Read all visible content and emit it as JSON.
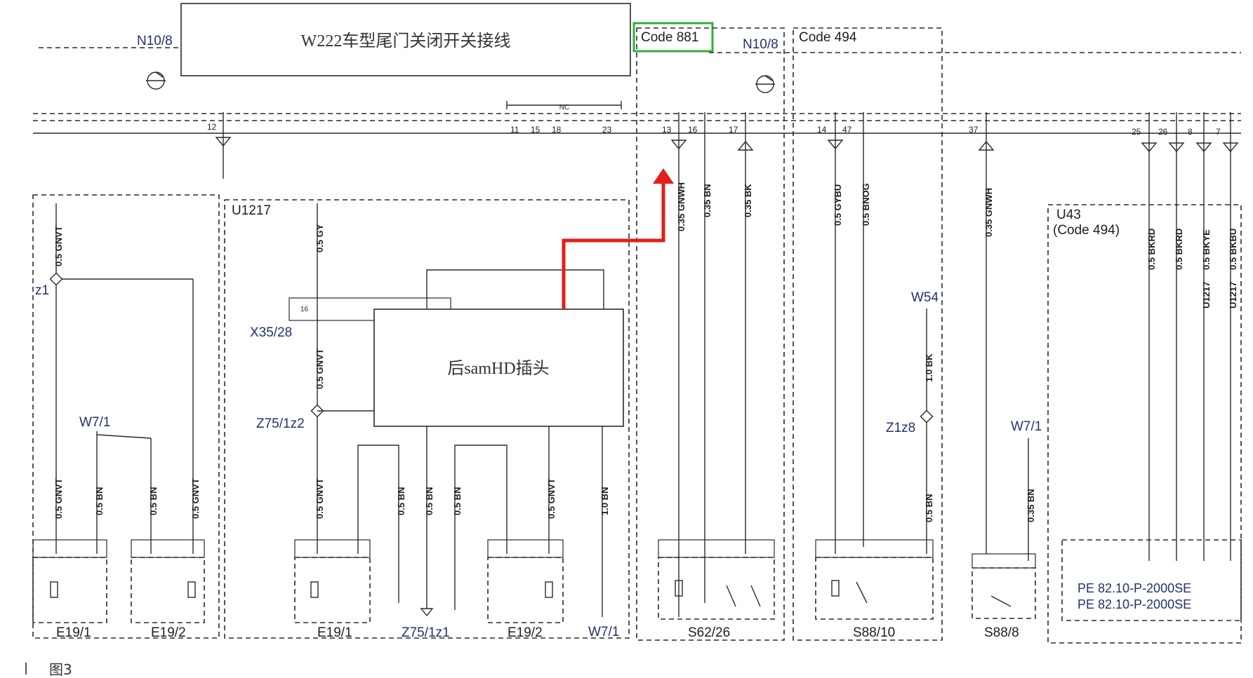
{
  "title_box": "W222车型尾门关闭开关接线",
  "plug_box": "后samHD插头",
  "code881": "Code 881",
  "code494": "Code 494",
  "n108_left": "N10/8",
  "n108_mid": "N10/8",
  "u1217": "U1217",
  "u43": "U43",
  "u43_code": "(Code 494)",
  "x3528": "X35/28",
  "z75_1z2": "Z75/1z2",
  "z75_1z1": "Z75/1z1",
  "z1": "z1",
  "w71_left": "W7/1",
  "w71_bottom": "W7/1",
  "w71_right": "W7/1",
  "w54": "W54",
  "z1z8": "Z1z8",
  "components": [
    "E19/1",
    "E19/2",
    "E19/1",
    "E19/2",
    "S62/26",
    "S88/10",
    "S88/8"
  ],
  "pin_top": [
    "12",
    "11",
    "15",
    "18",
    "23",
    "13",
    "16",
    "17",
    "14",
    "47",
    "37",
    "25",
    "26",
    "8",
    "7"
  ],
  "nc_label": "NC",
  "wire_labels": {
    "w1": "0.5 GNVT",
    "w2": "0.5 GY",
    "w3": "0.5 GNVT",
    "w4": "0.35 GNWH",
    "w5": "0.35 BN",
    "w6": "0.35 BK",
    "w7": "0.5 GYBU",
    "w8": "0.5 BNOG",
    "w9": "1.0 BK",
    "w10": "0.5 BN",
    "w11": "0.35 GNWH",
    "w12": "0.35 BN",
    "w13": "0.5 BKRD",
    "w14": "0.5 BKRD",
    "w15": "0.5 BKYE",
    "w16": "0.5 BKBU",
    "u1217a": "U1217",
    "u1217b": "U1217",
    "b1": "0.5 GNVT",
    "b2": "0.5 BN",
    "b3": "0.5 BN",
    "b4": "0.5 GNVT",
    "b5": "0.5 GNVT",
    "b6": "0.5 BN",
    "b7": "0.5 BN",
    "b8": "0.5 BN",
    "b9": "0.5 GNVT",
    "b10": "1.0 BN"
  },
  "pe_lines": [
    "PE 82.10-P-2000SE",
    "PE 82.10-P-2000SE"
  ],
  "figure_caption": "图3",
  "colors": {
    "highlight_arrow": "#e0201a",
    "code881_frame": "#2fb13a",
    "label_blue": "#24306e"
  }
}
